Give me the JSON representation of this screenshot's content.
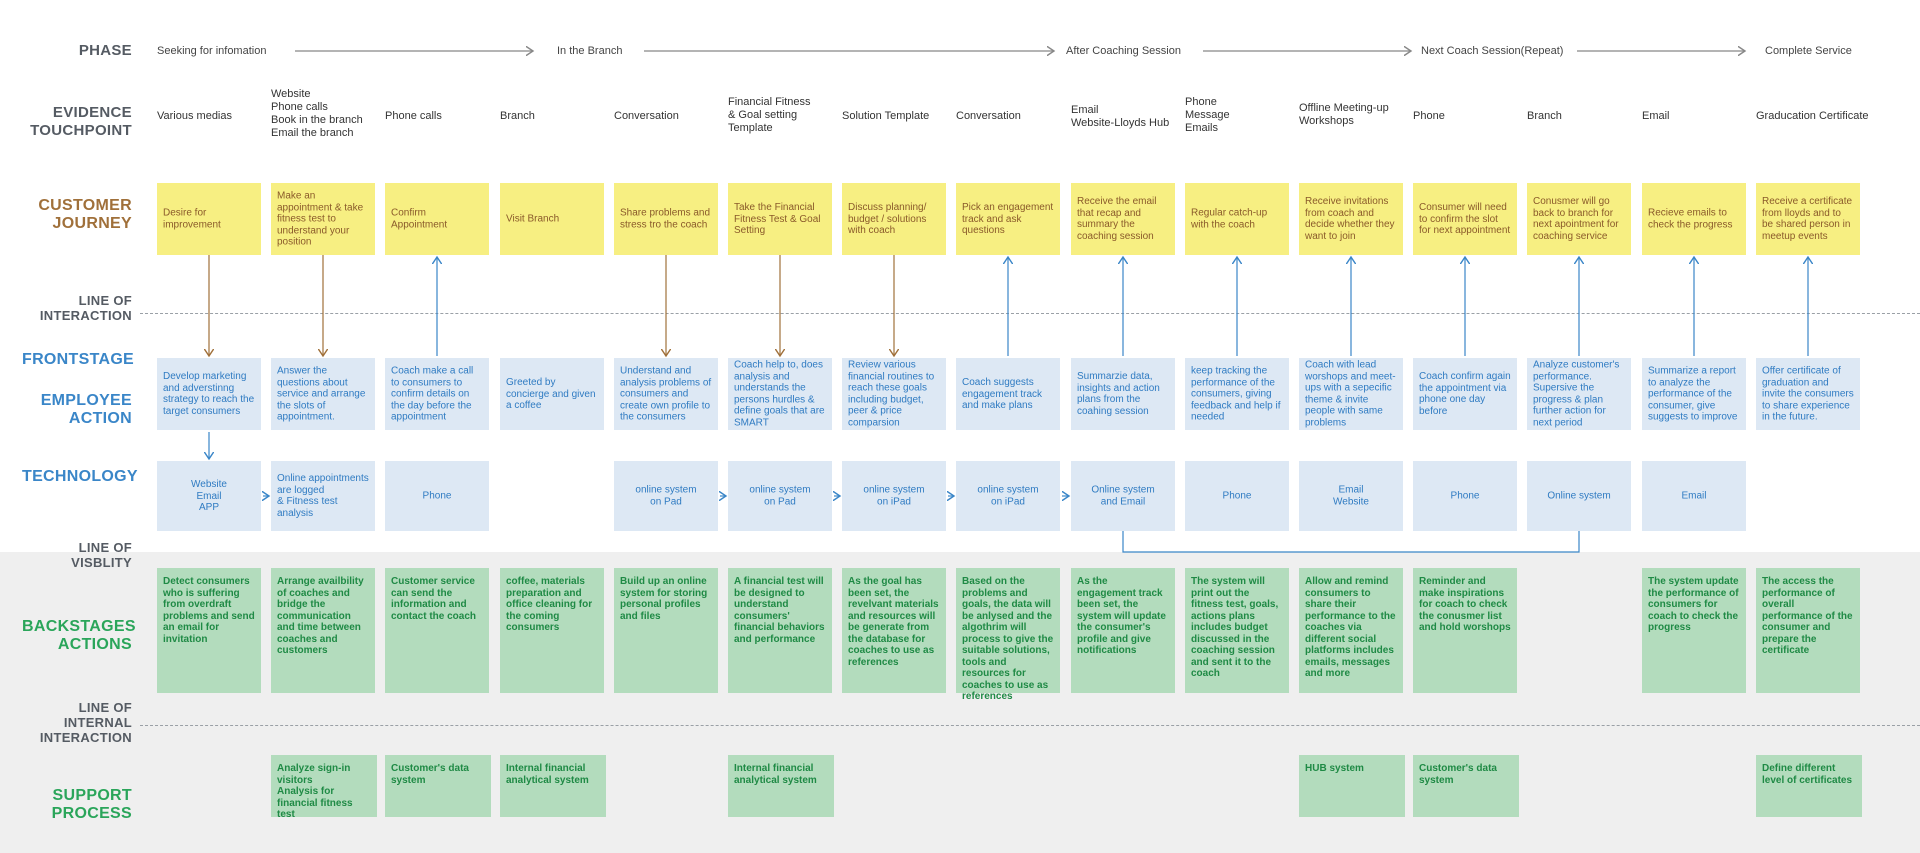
{
  "labels": {
    "phase": "PHASE",
    "evidence": "EVIDENCE\nTOUCHPOINT",
    "customer": "CUSTOMER\nJOURNEY",
    "line_interaction": "LINE OF\nINTERACTION",
    "frontstage": "FRONTSTAGE",
    "employee": "EMPLOYEE\nACTION",
    "technology": "TECHNOLOGY",
    "line_visibility": "LINE OF\nVISBLITY",
    "backstage": "BACKSTAGES\nACTIONS",
    "line_internal": "LINE OF\nINTERNAL\nINTERACTION",
    "support": "SUPPORT\nPROCESS"
  },
  "phases": [
    "Seeking for infomation",
    "In the Branch",
    "After Coaching Session",
    "Next Coach Session(Repeat)",
    "Complete Service"
  ],
  "touchpoints": [
    "Various medias",
    "Website\nPhone calls\nBook in the branch\nEmail the branch",
    "Phone calls",
    "Branch",
    "Conversation",
    "Financial Fitness\n& Goal setting\nTemplate",
    "Solution Template",
    "Conversation",
    "Email\nWebsite-Lloyds Hub",
    "Phone\nMessage\nEmails",
    "Offline Meeting-up\nWorkshops",
    "Phone",
    "Branch",
    "Email",
    "Graducation Certificate"
  ],
  "journey": [
    "Desire for improvement",
    "Make an appointment & take fitness test to understand your position",
    "Confirm Appointment",
    "Visit Branch",
    "Share problems and stress tro the coach",
    "Take the Financial Fitness Test & Goal Setting",
    "Discuss planning/ budget / solutions with coach",
    "Pick an engagement track and ask questions",
    "Receive the email that recap and summary the coaching session",
    "Regular catch-up with the coach",
    "Receive invitations from coach and decide whether they want to join",
    "Consumer will need to confirm the slot for next appointment",
    "Conusmer will go back to branch for next apointment for coaching service",
    "Recieve emails to check the progress",
    "Receive a certificate from lloyds and to be shared person in meetup events"
  ],
  "employee": [
    "Develop marketing and adverstinng strategy to reach the target consumers",
    "Answer the questions about service and arrange the slots of appointment.",
    "Coach make a call to consumers to confirm details on the day before the appointment",
    "Greeted by concierge and given a coffee",
    "Understand and analysis problems of consumers and create own profile to the consumers",
    "Coach help to, does analysis and understands the persons hurdles & define goals that are SMART",
    "Review various financial routines to reach these goals including budget, peer & price comparsion",
    "Coach suggests engagement track and make plans",
    "Summarzie data, insights and action plans from the coahing session",
    "keep tracking the performance of the consumers, giving feedback and help if needed",
    "Coach with lead worshops and meet-ups with a sepecific theme & invite people with same problems",
    "Coach confirm again the appointment via phone one day before",
    "Analyze customer's performance. Supersive the progress & plan further action for next period",
    "Summarize a report to analyze the performance of the consumer, give suggests to improve",
    "Offer certificate of graduation and invite the consumers to share experience in the future."
  ],
  "technology": [
    {
      "col": 0,
      "text": "Website\nEmail\nAPP",
      "center": true
    },
    {
      "col": 1,
      "text": "Online appointments are logged\n& Fitness test analysis",
      "center": false
    },
    {
      "col": 2,
      "text": "Phone",
      "center": true
    },
    {
      "col": 4,
      "text": "online system\non Pad",
      "center": true
    },
    {
      "col": 5,
      "text": "online system\non Pad",
      "center": true
    },
    {
      "col": 6,
      "text": "online system\non iPad",
      "center": true
    },
    {
      "col": 7,
      "text": "online system\non iPad",
      "center": true
    },
    {
      "col": 8,
      "text": "Online system\nand Email",
      "center": true
    },
    {
      "col": 9,
      "text": "Phone",
      "center": true
    },
    {
      "col": 10,
      "text": "Email\nWebsite",
      "center": true
    },
    {
      "col": 11,
      "text": "Phone",
      "center": true
    },
    {
      "col": 12,
      "text": "Online system",
      "center": true
    },
    {
      "col": 13,
      "text": "Email",
      "center": true
    }
  ],
  "backstage": [
    {
      "col": 0,
      "text": "Detect consumers who is suffering from overdraft problems and send an email for invitation"
    },
    {
      "col": 1,
      "text": "Arrange availbility of coaches and bridge the communication and time between coaches and customers"
    },
    {
      "col": 2,
      "text": "Customer service can send the information and contact the coach"
    },
    {
      "col": 3,
      "text": "coffee, materials preparation and office cleaning for the coming consumers"
    },
    {
      "col": 4,
      "text": "Build up an online system for storing personal profiles and files"
    },
    {
      "col": 5,
      "text": "A financial test will be designed to understand consumers' financial behaviors and performance"
    },
    {
      "col": 6,
      "text": "As the goal has been set, the revelvant materials and resources will be generate from the database for coaches to use as references"
    },
    {
      "col": 7,
      "text": "Based on the problems and goals, the data will be anlysed and the algothrim will process to give the suitable solutions, tools and resources for coaches to use as references"
    },
    {
      "col": 8,
      "text": "As the engagement track been set, the system will update the consumer's profile and give notifications"
    },
    {
      "col": 9,
      "text": "The system will print out the fitness test, goals, actions plans includes budget discussed in the coaching session and sent it to the coach"
    },
    {
      "col": 10,
      "text": "Allow and remind consumers to share their performance to the coaches via different social platforms includes emails, messages and more"
    },
    {
      "col": 11,
      "text": "Reminder and make inspirations for coach to check the conusmer list and hold worshops"
    },
    {
      "col": 13,
      "text": "The system update the performance of consumers for coach to check the progress"
    },
    {
      "col": 14,
      "text": "The access the performance of overall performance of the consumer and prepare the certificate"
    }
  ],
  "support": [
    {
      "col": 1,
      "text": "Analyze sign-in visitors\nAnalysis for financial fitness test"
    },
    {
      "col": 2,
      "text": "Customer's data system"
    },
    {
      "col": 3,
      "text": "Internal financial analytical system"
    },
    {
      "col": 5,
      "text": "Internal financial analytical system"
    },
    {
      "col": 10,
      "text": "HUB system"
    },
    {
      "col": 11,
      "text": "Customer's data system"
    },
    {
      "col": 14,
      "text": "Define different level of certificates"
    }
  ],
  "colors": {
    "yellow": "#f7ef82",
    "blue_card": "#dde8f4",
    "green_card": "#b3dcbd",
    "brown_arrow": "#a0703a",
    "blue_arrow": "#3a86c8",
    "band": "#efefef"
  },
  "arrows": [
    {
      "col": 0,
      "dir": "down"
    },
    {
      "col": 1,
      "dir": "down"
    },
    {
      "col": 2,
      "dir": "up"
    },
    {
      "col": 4,
      "dir": "down"
    },
    {
      "col": 5,
      "dir": "down"
    },
    {
      "col": 6,
      "dir": "down"
    },
    {
      "col": 7,
      "dir": "up"
    },
    {
      "col": 8,
      "dir": "up"
    },
    {
      "col": 9,
      "dir": "up"
    },
    {
      "col": 10,
      "dir": "up"
    },
    {
      "col": 11,
      "dir": "up"
    },
    {
      "col": 12,
      "dir": "up"
    },
    {
      "col": 13,
      "dir": "up"
    },
    {
      "col": 14,
      "dir": "up"
    }
  ]
}
